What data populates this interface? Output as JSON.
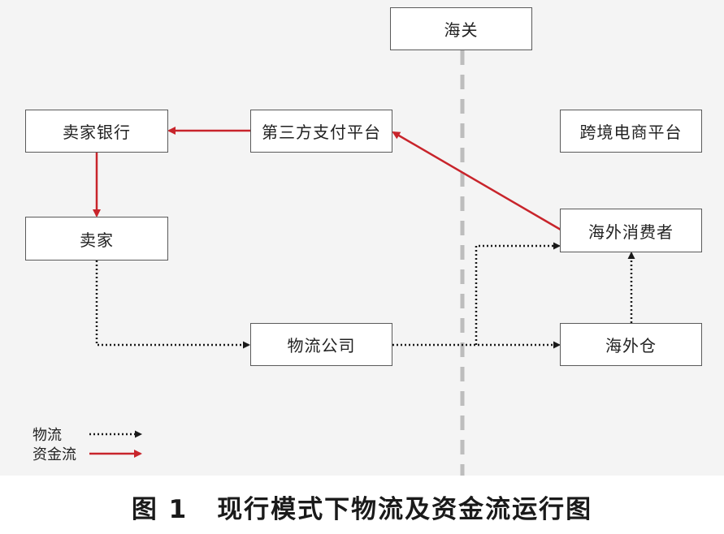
{
  "nodes": {
    "customs": "海关",
    "seller_bank": "卖家银行",
    "third_party_payment": "第三方支付平台",
    "cross_border_platform": "跨境电商平台",
    "seller": "卖家",
    "overseas_consumer": "海外消费者",
    "logistics_company": "物流公司",
    "overseas_warehouse": "海外仓"
  },
  "legend": {
    "logistics": "物流",
    "capital": "资金流"
  },
  "caption": {
    "number": "图 1",
    "title": "现行模式下物流及资金流运行图"
  },
  "colors": {
    "capital_flow": "#c8242b",
    "logistics_flow": "#1a1a1a",
    "divider": "#bdbdbd"
  }
}
